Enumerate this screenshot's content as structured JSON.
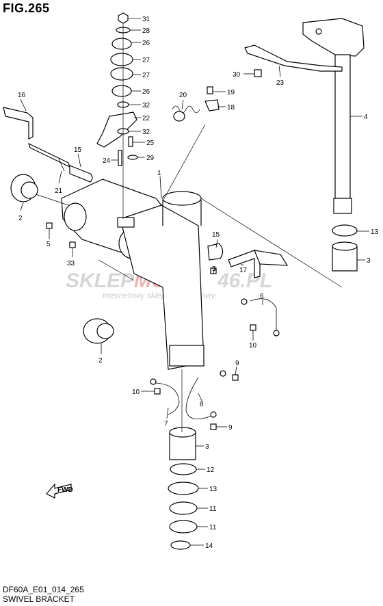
{
  "figure": {
    "title": "FIG.265",
    "model_code": "DF60A_E01_014_265",
    "caption": "SWIVEL BRACKET"
  },
  "watermark": {
    "brand_left": "SKLEP",
    "brand_mid": "MOTO",
    "brand_right": "46.PL",
    "tagline": "internetowy sklep motocyklowy",
    "brand_color": "#c9c9c9",
    "accent_color": "#e8a7a7"
  },
  "direction_marker": {
    "label": "FWD",
    "icon": "fwd-arrow-icon"
  },
  "part_labels": [
    {
      "id": "callout-31a",
      "text": "31"
    },
    {
      "id": "callout-28",
      "text": "28"
    },
    {
      "id": "callout-26a",
      "text": "26"
    },
    {
      "id": "callout-27a",
      "text": "27"
    },
    {
      "id": "callout-27b",
      "text": "27"
    },
    {
      "id": "callout-26b",
      "text": "26"
    },
    {
      "id": "callout-32a",
      "text": "32"
    },
    {
      "id": "callout-22",
      "text": "22"
    },
    {
      "id": "callout-32b",
      "text": "32"
    },
    {
      "id": "callout-25",
      "text": "25"
    },
    {
      "id": "callout-29",
      "text": "29"
    },
    {
      "id": "callout-24",
      "text": "24"
    },
    {
      "id": "callout-16",
      "text": "16"
    },
    {
      "id": "callout-15a",
      "text": "15"
    },
    {
      "id": "callout-21",
      "text": "21"
    },
    {
      "id": "callout-2a",
      "text": "2"
    },
    {
      "id": "callout-1",
      "text": "1"
    },
    {
      "id": "callout-20",
      "text": "20"
    },
    {
      "id": "callout-19",
      "text": "19"
    },
    {
      "id": "callout-18",
      "text": "18"
    },
    {
      "id": "callout-30",
      "text": "30"
    },
    {
      "id": "callout-23",
      "text": "23"
    },
    {
      "id": "callout-4",
      "text": "4"
    },
    {
      "id": "callout-13a",
      "text": "13"
    },
    {
      "id": "callout-3a",
      "text": "3"
    },
    {
      "id": "callout-5a",
      "text": "5"
    },
    {
      "id": "callout-33",
      "text": "33"
    },
    {
      "id": "callout-15b",
      "text": "15"
    },
    {
      "id": "callout-5b",
      "text": "5"
    },
    {
      "id": "callout-17",
      "text": "17"
    },
    {
      "id": "callout-6",
      "text": "6"
    },
    {
      "id": "callout-10a",
      "text": "10"
    },
    {
      "id": "callout-2b",
      "text": "2"
    },
    {
      "id": "callout-9a",
      "text": "9"
    },
    {
      "id": "callout-10b",
      "text": "10"
    },
    {
      "id": "callout-8",
      "text": "8"
    },
    {
      "id": "callout-7",
      "text": "7"
    },
    {
      "id": "callout-9b",
      "text": "9"
    },
    {
      "id": "callout-3b",
      "text": "3"
    },
    {
      "id": "callout-12",
      "text": "12"
    },
    {
      "id": "callout-13b",
      "text": "13"
    },
    {
      "id": "callout-11a",
      "text": "11"
    },
    {
      "id": "callout-11b",
      "text": "11"
    },
    {
      "id": "callout-14",
      "text": "14"
    }
  ]
}
